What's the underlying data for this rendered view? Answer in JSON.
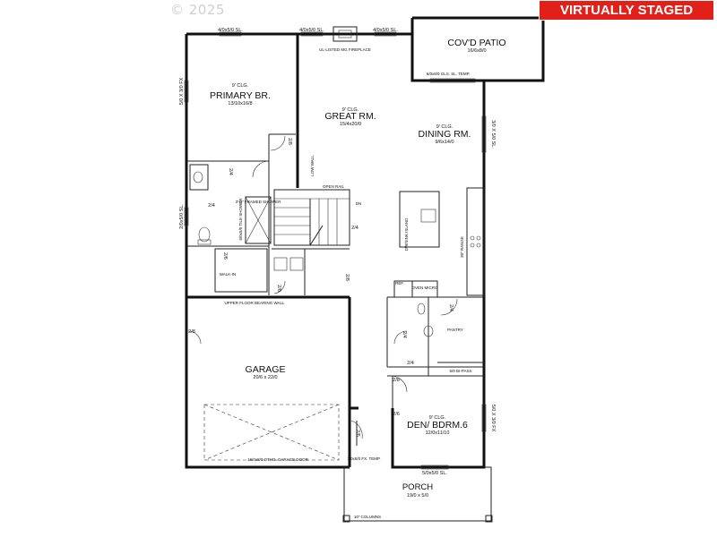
{
  "watermark": {
    "copyright": "© 2025"
  },
  "badge": {
    "label": "VIRTUALLY STAGED"
  },
  "colors": {
    "badge_bg": "#e2201a",
    "badge_text": "#ffffff",
    "walls": "#111111",
    "watermark": "#cfcfcf"
  },
  "rooms": {
    "primary": {
      "ceiling": "9' CLG.",
      "name": "PRIMARY BR.",
      "size": "13/10x16/8"
    },
    "great": {
      "ceiling": "9' CLG.",
      "name": "GREAT RM.",
      "size": "15/4x20/0"
    },
    "dining": {
      "ceiling": "9' CLG.",
      "name": "DINING RM.",
      "size": "9/6x14/0"
    },
    "patio": {
      "name": "COV'D PATIO",
      "size": "16/6x8/0"
    },
    "garage": {
      "name": "GARAGE",
      "size": "20/6 x 22/0"
    },
    "den": {
      "ceiling": "9' CLG.",
      "name": "DEN/ BDRM.6",
      "size": "12/0x11/10"
    },
    "porch": {
      "name": "PORCH",
      "size": "19/0 x 5/0"
    }
  },
  "labels": {
    "walk_in": "WALK-IN",
    "pantry": "PANTRY",
    "open_rail": "OPEN RAIL",
    "dn": "DN",
    "fireplace": "UL-LISTED MG FIREPLACE",
    "bearing_wall": "UPPER FLOOR BEARING WALL",
    "garage_door": "16/0x8/0 OTHD. GARAGE DOOR",
    "columns": "10\" COLUMNS",
    "bypass": "5/0 BI-PASS",
    "patio_door": "6/0x8/0 GLS. SL. TEMP.",
    "front_door": "1/0x8/0 FX. TEMP.",
    "island": "DW/SINK ISLAND",
    "range": "30\" RANGE",
    "ref": "REF.",
    "oven": "OVEN MICRO",
    "low_wall": "LOW WALL",
    "shower": "3'-0\" FRAMED SHOWER",
    "tile_shower": "6/0x5/0 TILE SHOWER"
  },
  "dimensions": {
    "win_top_left": "4/0x5/0 SL.",
    "win_top_mid": "4/0x5/0 SL.",
    "win_top_right": "4/0x5/0 SL.",
    "win_primary_side": "5/0 X 3/0 FX",
    "win_bath_side": "2/0x5/0 SL.",
    "win_dining_side": "3/0 X 5/0 SL.",
    "win_den_side": "5/0 X 3/0 FX",
    "win_den_bottom": "5/0x5/0 SL.",
    "d_2_8a": "2/8",
    "d_2_4a": "2/4",
    "d_2_4b": "2/4",
    "d_2_6a": "2/6",
    "d_2_6b": "2/6",
    "d_2_8b": "2/8",
    "d_2_4c": "2/4",
    "d_2_8c": "2/8",
    "d_2_6c": "2/6",
    "d_2_4d": "2/4",
    "d_2_4e": "2/4",
    "d_2_8d": "2/8",
    "d_2_6d": "2/6",
    "d_2_4f": "2/4"
  }
}
